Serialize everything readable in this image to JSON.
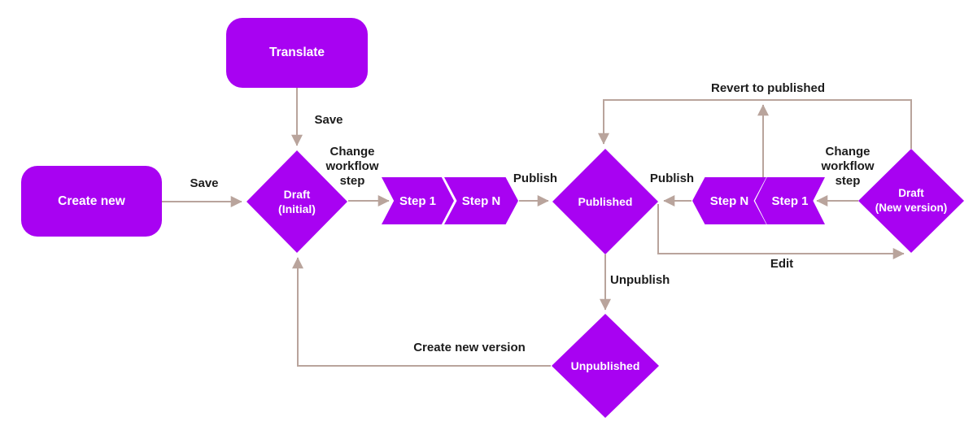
{
  "diagram": {
    "type": "flowchart",
    "colors": {
      "node_fill": "#A802F2",
      "node_text": "#FFFFFF",
      "connector": "#B9A49C",
      "label_text": "#1C1C1C",
      "background": "#FFFFFF"
    },
    "nodes": {
      "create_new": {
        "label": "Create new",
        "shape": "rounded-rectangle"
      },
      "translate": {
        "label": "Translate",
        "shape": "rounded-rectangle"
      },
      "draft_initial": {
        "label": "Draft",
        "sublabel": "(Initial)",
        "shape": "diamond"
      },
      "step_1_forward": {
        "label": "Step 1",
        "shape": "chevron-right"
      },
      "step_n_forward": {
        "label": "Step N",
        "shape": "chevron-right"
      },
      "published": {
        "label": "Published",
        "shape": "diamond"
      },
      "step_n_backward": {
        "label": "Step N",
        "shape": "chevron-left"
      },
      "step_1_backward": {
        "label": "Step 1",
        "shape": "chevron-left"
      },
      "draft_new_version": {
        "label": "Draft",
        "sublabel": "(New version)",
        "shape": "diamond"
      },
      "unpublished": {
        "label": "Unpublished",
        "shape": "diamond"
      }
    },
    "edge_labels": {
      "save_create_new": "Save",
      "save_translate": "Save",
      "change_workflow_step_forward": "Change workflow step",
      "publish_forward": "Publish",
      "revert_to_published": "Revert to published",
      "publish_backward": "Publish",
      "change_workflow_step_backward": "Change workflow step",
      "edit": "Edit",
      "unpublish": "Unpublish",
      "create_new_version": "Create new version"
    },
    "edges": [
      {
        "from": "create_new",
        "to": "draft_initial",
        "label": "Save"
      },
      {
        "from": "translate",
        "to": "draft_initial",
        "label": "Save"
      },
      {
        "from": "draft_initial",
        "to": "step_1_forward",
        "label": "Change workflow step"
      },
      {
        "from": "step_n_forward",
        "to": "published",
        "label": "Publish"
      },
      {
        "from": "published",
        "to": "unpublished",
        "label": "Unpublish"
      },
      {
        "from": "unpublished",
        "to": "draft_initial",
        "label": "Create new version"
      },
      {
        "from": "published",
        "to": "draft_new_version",
        "label": "Edit"
      },
      {
        "from": "draft_new_version",
        "to": "step_1_backward",
        "label": "Change workflow step"
      },
      {
        "from": "step_n_backward",
        "to": "published",
        "label": "Publish"
      },
      {
        "from": "draft_new_version",
        "to": "published",
        "label": "Revert to published"
      },
      {
        "from": "step_n_backward",
        "to": "published",
        "label": "Revert to published"
      }
    ]
  }
}
